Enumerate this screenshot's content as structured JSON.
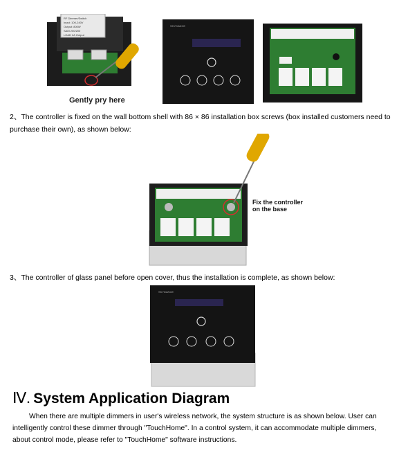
{
  "figure1": {
    "caption": "Gently pry here",
    "label_lines": [
      "RF Dimmer/Switch",
      "Input: 100-240V",
      "Output: 800W",
      "SAM  200/200",
      "LOAD  2A Output"
    ],
    "panel_brand": "SKYDANCE"
  },
  "step2": {
    "text": "2、The controller is fixed on the wall bottom shell with 86 × 86 installation box screws (box installed customers need to purchase their own), as shown below:"
  },
  "figure2": {
    "annotation": [
      "Fix the controller",
      "on the base"
    ]
  },
  "step3": {
    "text": "3、The controller of glass panel before open cover, thus the installation is complete, as shown below:"
  },
  "figure3": {
    "panel_brand": "SKYDANCE"
  },
  "section": {
    "number": "Ⅳ.",
    "title": "System Application Diagram",
    "body": "When there are multiple dimmers in user's wireless network, the system structure is as shown below. User can intelligently control these dimmer through \"TouchHome\". In a control system, it can accommodate multiple dimmers, about control mode, please refer to \"TouchHome\" software instructions."
  }
}
